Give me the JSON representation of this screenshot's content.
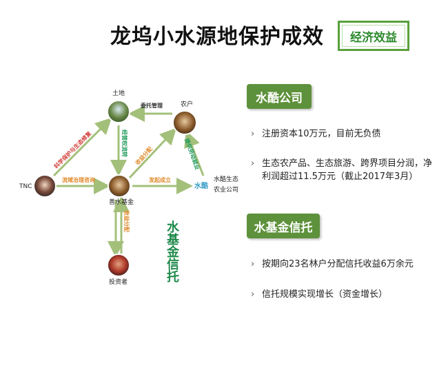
{
  "title": "龙坞小水源地保护成效",
  "badge": "经济效益",
  "colors": {
    "accent": "#5e913b",
    "arrow": "#a3c07a",
    "label_red": "#d2403a",
    "label_orange": "#e08a2a",
    "label_green": "#1f9a5a"
  },
  "diagram": {
    "nodes": {
      "land": "土地",
      "farmer": "农户",
      "tnc": "TNC",
      "fund": "善水基金",
      "company_line1": "水酷生态",
      "company_line2": "农业公司",
      "investor": "投资者",
      "logo_text": "水酷"
    },
    "edges": {
      "farmer_to_land": "委托管理",
      "land_to_fund": "经营权流转",
      "tnc_to_land": "科学保护与生态修复",
      "fund_to_farmer": "收益分配",
      "company_to_farmer": "提供劳动就业",
      "tnc_to_fund": "流域治理咨询",
      "fund_to_company": "发起成立",
      "fund_to_investor": "收益分配"
    },
    "trust_label": "水基金信托"
  },
  "sections": [
    {
      "tag": "水酷公司",
      "bullets": [
        "注册资本10万元，目前无负债",
        "生态农产品、生态旅游、跨界项目分润，净利润超过11.5万元（截止2017年3月）"
      ]
    },
    {
      "tag": "水基金信托",
      "bullets": [
        "按期向23名林户分配信托收益6万余元",
        "信托规模实现增长（资金增长）"
      ]
    }
  ]
}
